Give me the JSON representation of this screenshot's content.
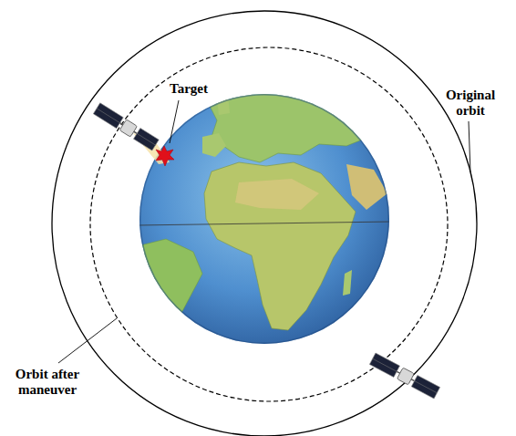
{
  "diagram": {
    "labels": [
      "Target",
      "Original orbit",
      "Orbit after maneuver"
    ]
  }
}
